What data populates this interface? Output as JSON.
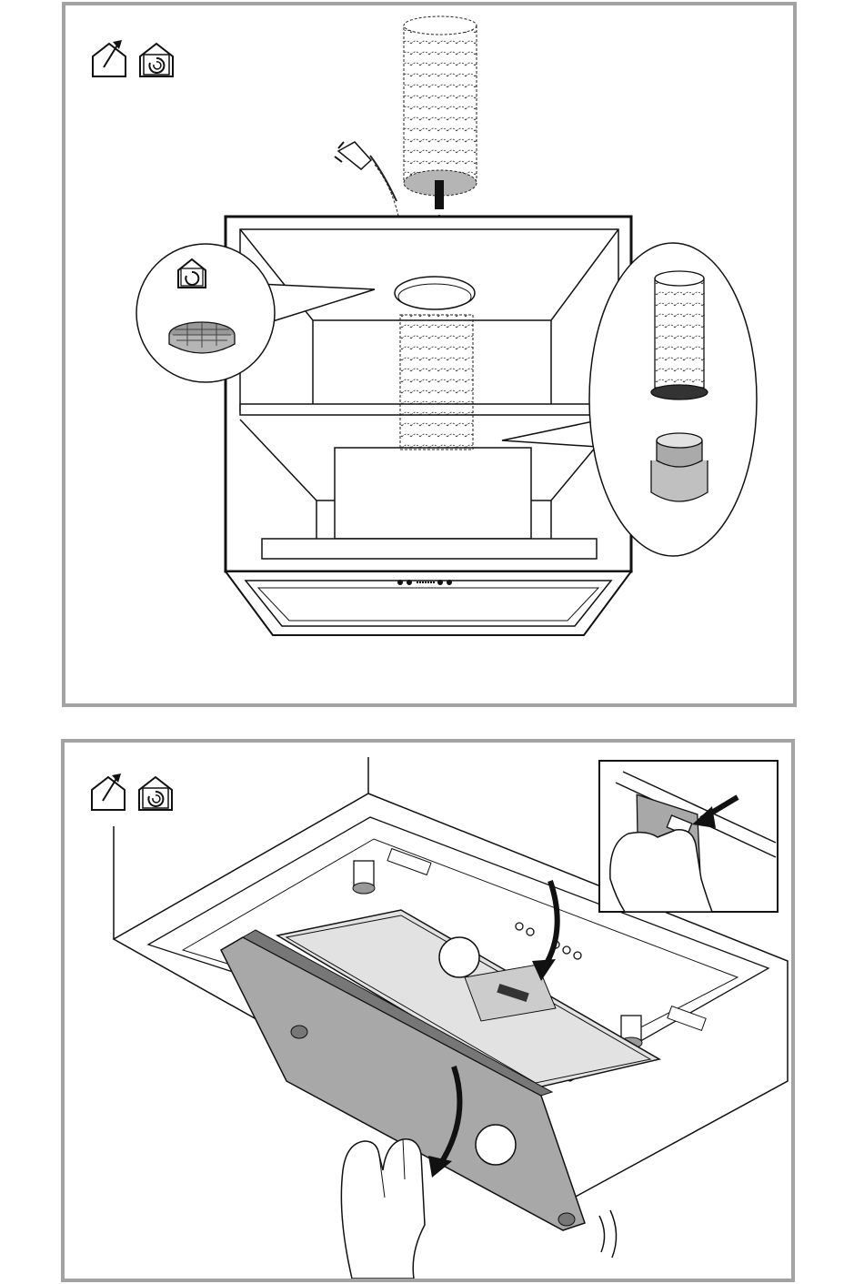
{
  "document": {
    "panels": [
      {
        "id": "panel-1",
        "mode_icons": [
          "duct-out-icon",
          "recirculation-icon"
        ],
        "illustration": "duct-and-filter-installation"
      },
      {
        "id": "panel-2",
        "mode_icons": [
          "duct-out-icon",
          "recirculation-icon"
        ],
        "illustration": "grease-filter-panel-removal"
      }
    ],
    "colors": {
      "frame": "#a3a3a3",
      "line": "#111111",
      "shade": "#b5b5b5",
      "light_shade": "#e2e2e2"
    }
  }
}
